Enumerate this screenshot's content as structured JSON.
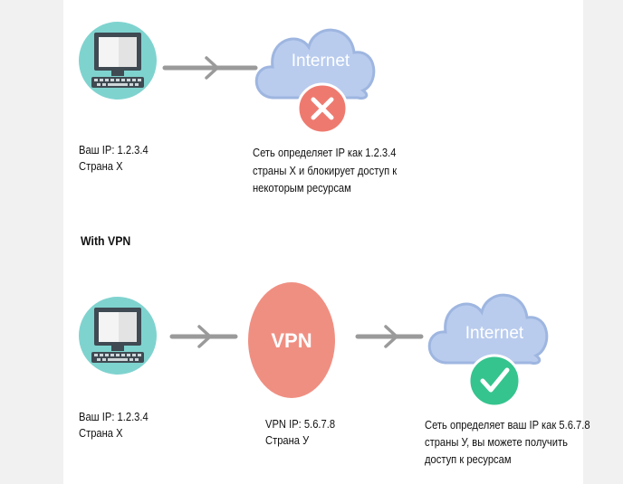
{
  "top_row": {
    "computer_ip": "Ваш IP: 1.2.3.4",
    "computer_country": "Страна X",
    "cloud_label": "Internet",
    "result_line1": "Сеть определяет IP как 1.2.3.4",
    "result_line2": "страны X и блокирует доступ к",
    "result_line3": "некоторым ресурсам"
  },
  "section_title": "With VPN",
  "bottom_row": {
    "computer_ip": "Ваш IP: 1.2.3.4",
    "computer_country": "Страна X",
    "vpn_label": "VPN",
    "vpn_ip": "VPN IP: 5.6.7.8",
    "vpn_country": "Страна У",
    "cloud_label": "Internet",
    "result_line1": "Сеть определяет ваш IP как 5.6.7.8",
    "result_line2": "страны У, вы можете получить",
    "result_line3": "доступ к ресурсам"
  },
  "icons": {
    "computer": "computer-icon",
    "cloud": "cloud-icon",
    "blocked": "x-mark-icon",
    "allowed": "check-mark-icon",
    "arrow": "arrow-right-icon"
  },
  "colors": {
    "computer_circle": "#7fd3cf",
    "cloud_fill": "#b9ccee",
    "cloud_stroke": "#9eb6e0",
    "blocked_circle": "#ee7a6f",
    "allowed_circle": "#35c48e",
    "vpn_circle": "#ef8f82",
    "arrow": "#9a9a9a"
  }
}
